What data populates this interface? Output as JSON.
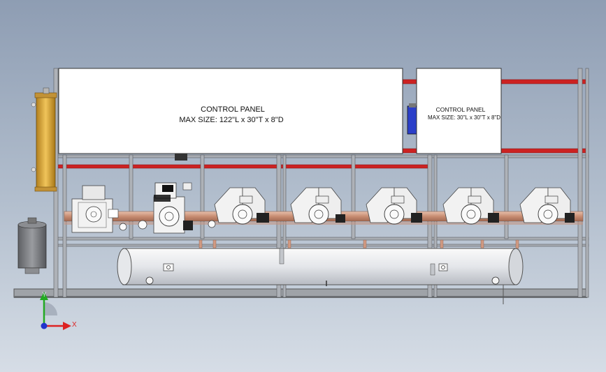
{
  "control_panel_large": {
    "title": "CONTROL PANEL",
    "size": "MAX SIZE: 122\"L x 30\"T x 8\"D"
  },
  "control_panel_small": {
    "title": "CONTROL PANEL",
    "size": "MAX SIZE: 30\"L x 30\"T x 8\"D"
  },
  "axes": {
    "x_label": "X",
    "y_label": "Y"
  },
  "colors": {
    "frame_red": "#cc2222",
    "pipe_copper": "#d8a48c",
    "receiver_tank": "#e9ebee",
    "oil_tank": "#d9a63a",
    "compressor_white": "#f2f2f2",
    "axis_x": "#dd2222",
    "axis_y": "#22aa22",
    "axis_z": "#2233cc"
  }
}
